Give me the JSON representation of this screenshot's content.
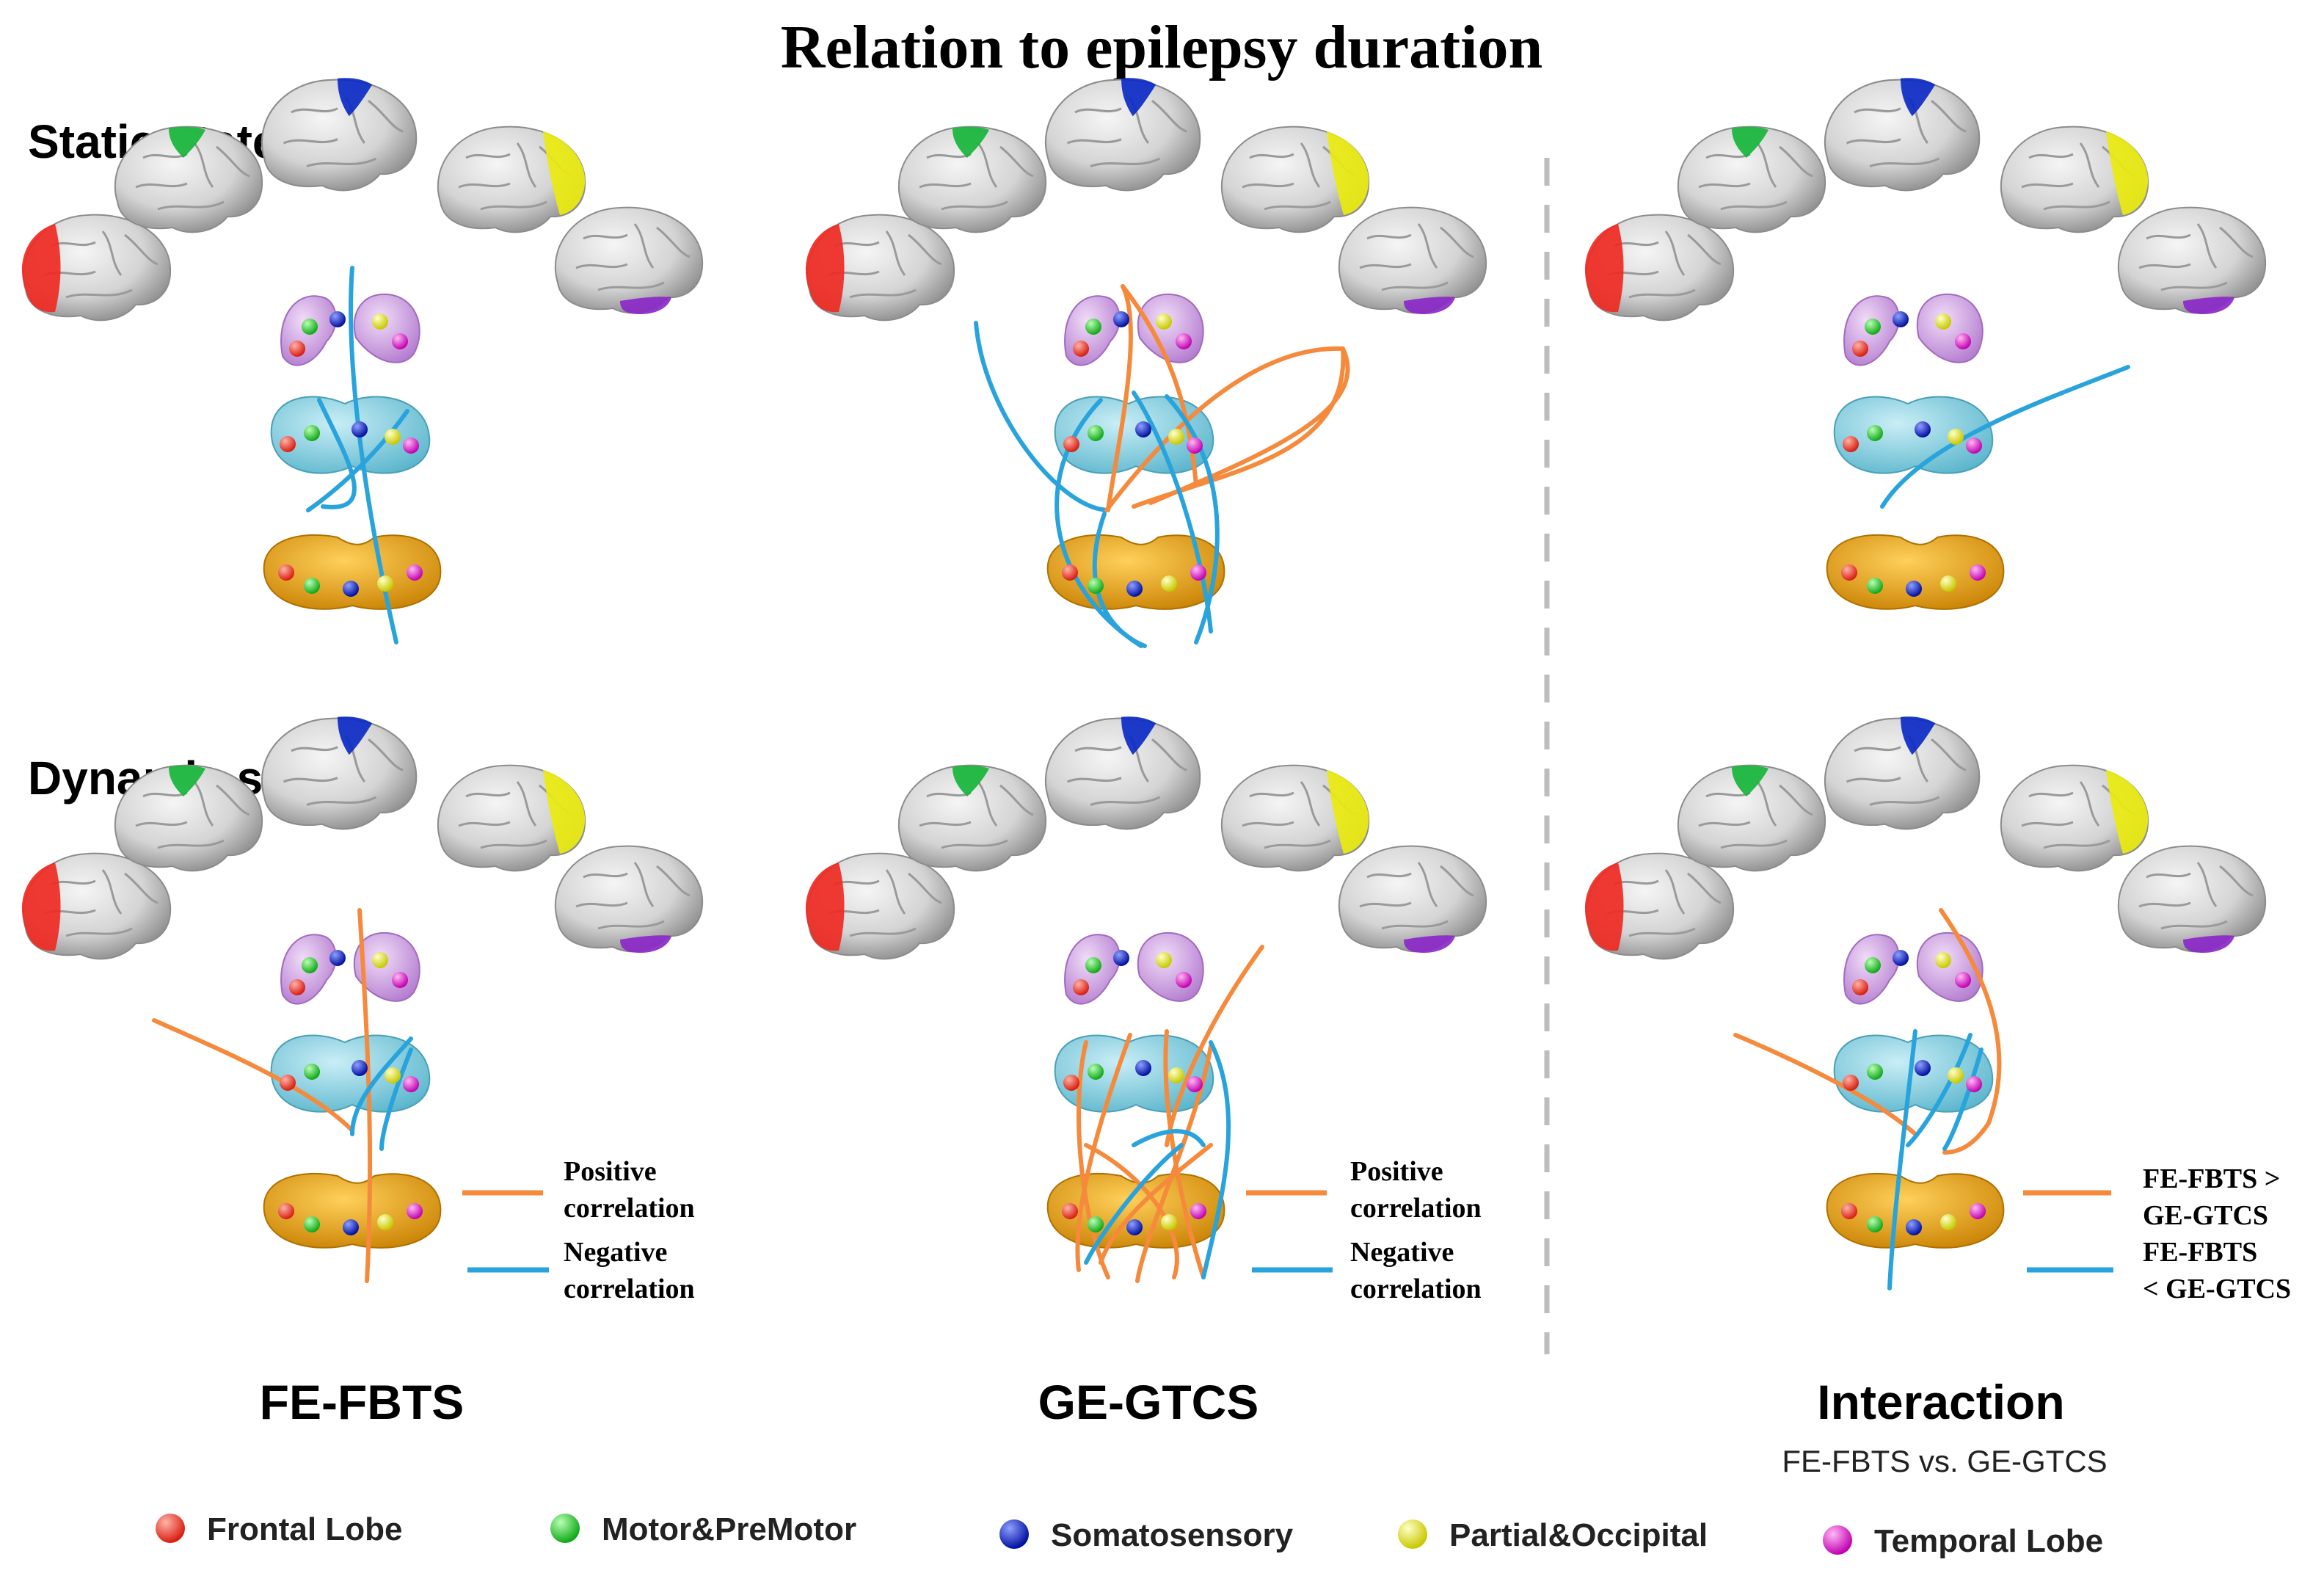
{
  "title": "Relation to epilepsy duration",
  "rows": [
    {
      "label": "Static state"
    },
    {
      "label": "Dynamic state"
    }
  ],
  "columns": [
    {
      "label": "FE-FBTS",
      "sublabel": ""
    },
    {
      "label": "GE-GTCS",
      "sublabel": ""
    },
    {
      "label": "Interaction",
      "sublabel": "FE-FBTS vs. GE-GTCS"
    }
  ],
  "line_legends": [
    {
      "pos_label_1": "Positive",
      "pos_label_2": "correlation",
      "neg_label_1": "Negative",
      "neg_label_2": "correlation"
    },
    {
      "pos_label_1": "Positive",
      "pos_label_2": "correlation",
      "neg_label_1": "Negative",
      "neg_label_2": "correlation"
    },
    {
      "pos_label_1": "FE-FBTS >",
      "pos_label_2": "GE-GTCS",
      "neg_label_1": "FE-FBTS",
      "neg_label_2": "< GE-GTCS"
    }
  ],
  "region_legend": [
    {
      "label": "Frontal Lobe",
      "color": "#e8362a"
    },
    {
      "label": "Motor&PreMotor",
      "color": "#1fbf2a"
    },
    {
      "label": "Somatosensory",
      "color": "#0a1fbf"
    },
    {
      "label": "Partial&Occipital",
      "color": "#e6e61a"
    },
    {
      "label": "Temporal Lobe",
      "color": "#e51ad0"
    }
  ],
  "colors": {
    "positive": "#f58a3c",
    "negative": "#29a3dc",
    "putamen": "#d9a8ec",
    "thalamus": "#8fd6e6",
    "cerebellum": "#f2a514",
    "cortex": "#d8d8d8",
    "divider": "#bfbfbf"
  },
  "icons": {
    "cortex": "brain-lateral-icon",
    "putamen": "putamen-icon",
    "thalamus": "thalamus-icon",
    "cerebellum": "cerebellum-icon"
  }
}
